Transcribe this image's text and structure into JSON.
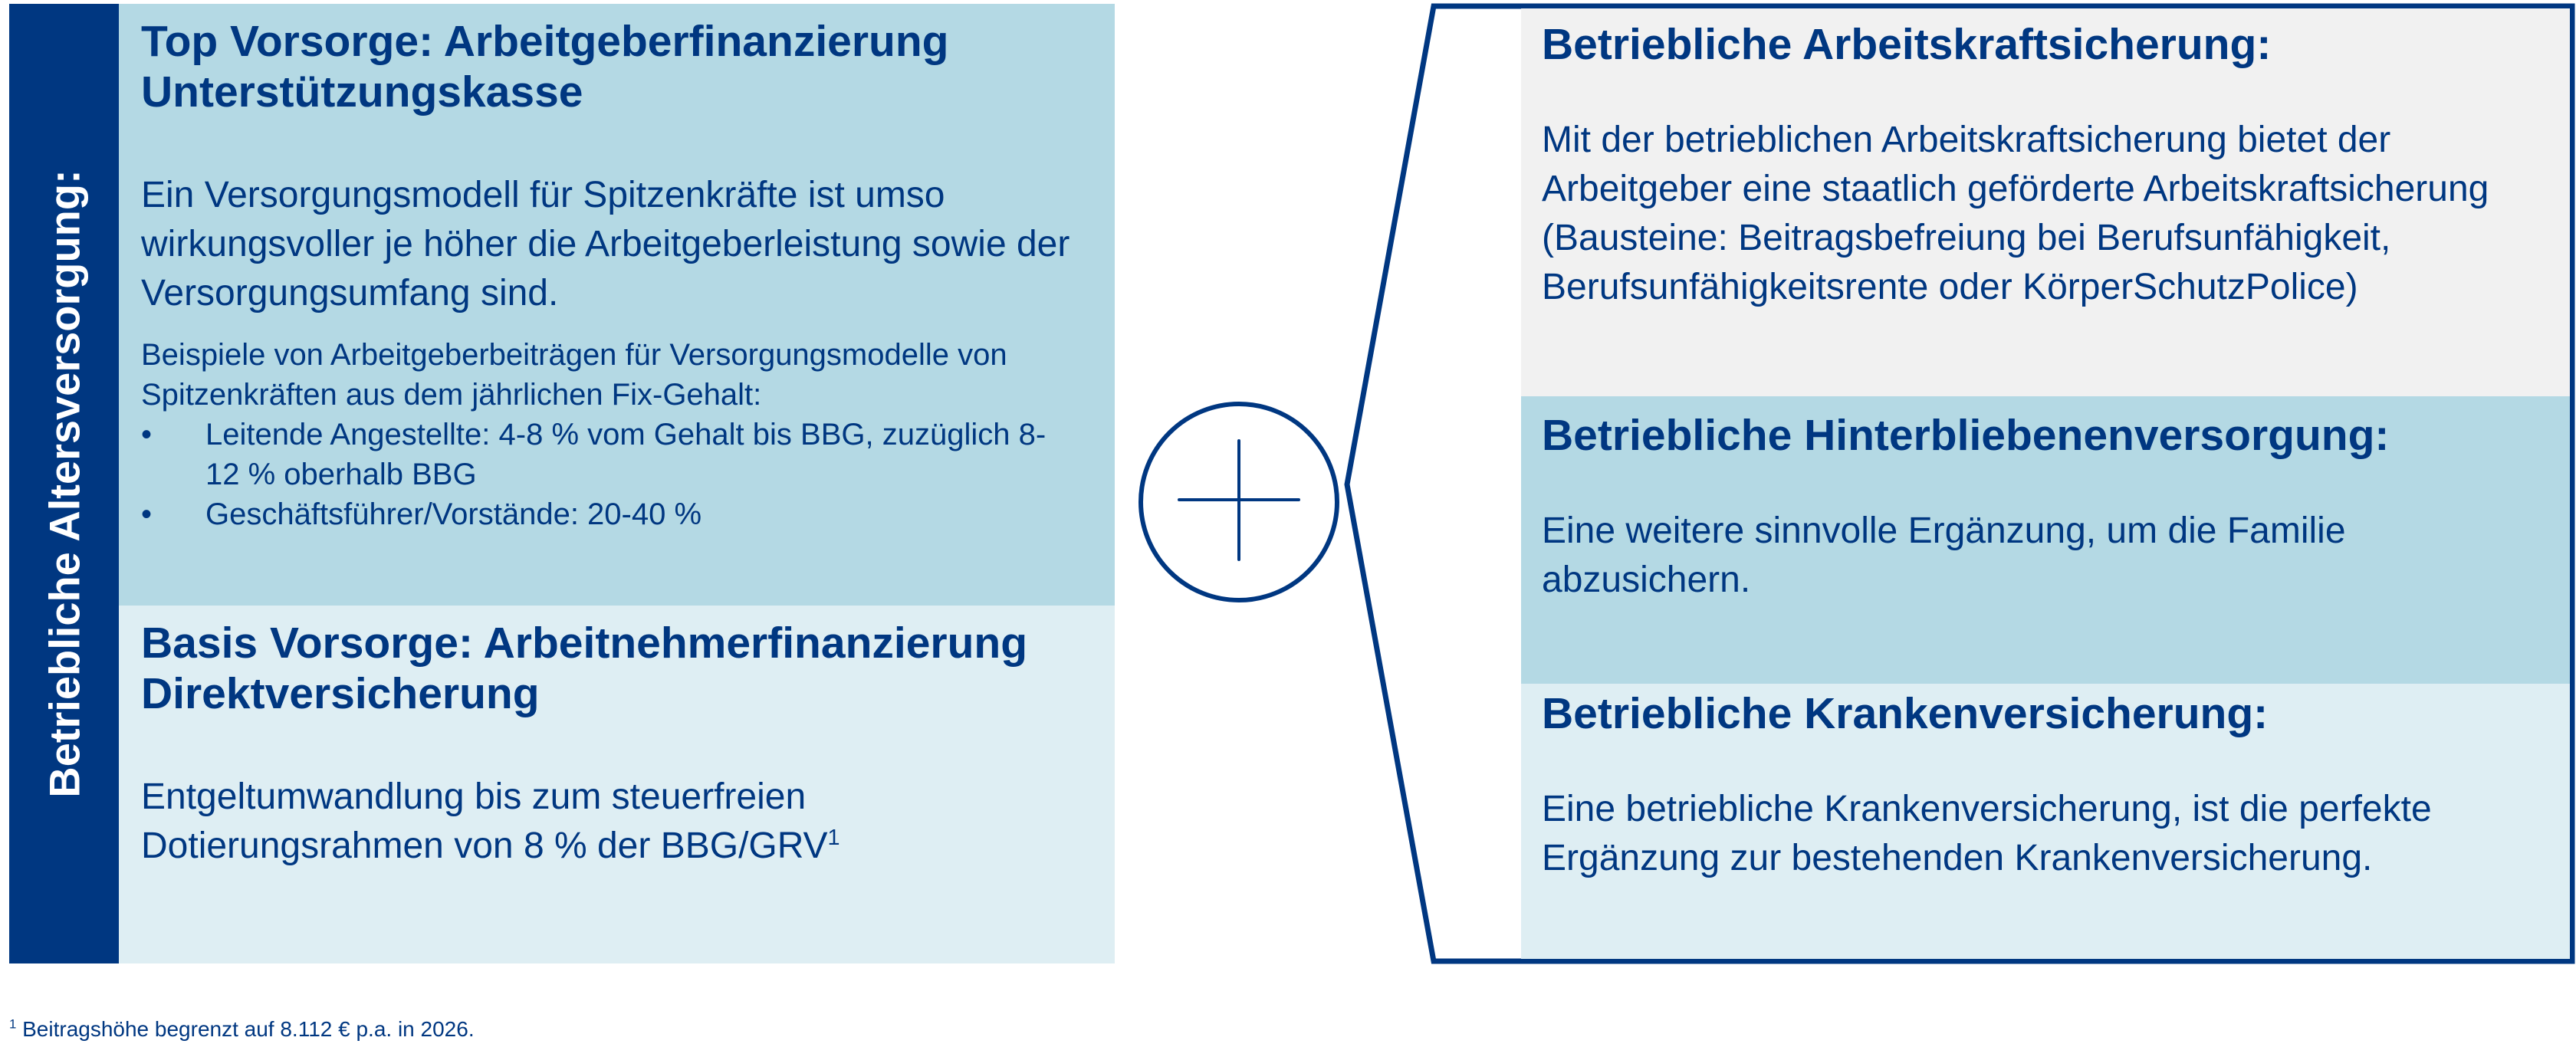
{
  "sidebar": {
    "label": "Betriebliche Altersversorgung:"
  },
  "left": {
    "top": {
      "title_line1": "Top Vorsorge: Arbeitgeberfinanzierung",
      "title_line2": "Unterstützungskasse",
      "intro": "Ein Versorgungsmodell für Spitzenkräfte ist umso wirkungsvoller je höher die Arbeitgeberleistung sowie der Versorgungsumfang sind.",
      "examples_intro": "Beispiele von Arbeitgeberbeiträgen für Versorgungsmodelle von Spitzenkräften aus dem jährlichen Fix-Gehalt:",
      "bullets": [
        "Leitende Angestellte: 4-8 % vom Gehalt bis BBG, zuzüglich 8-12 % oberhalb BBG",
        "Geschäftsführer/Vorstände: 20-40 %"
      ]
    },
    "bottom": {
      "title_line1": "Basis Vorsorge: Arbeitnehmerfinanzierung",
      "title_line2": "Direktversicherung",
      "text": "Entgeltumwandlung bis zum steuerfreien Dotierungsrahmen von 8 % der BBG/GRV",
      "footnote_marker": "1"
    }
  },
  "connector": {
    "icon": "plus-circle-icon"
  },
  "right": {
    "sections": [
      {
        "title": "Betriebliche Arbeitskraftsicherung:",
        "text_line1": "Mit der betrieblichen Arbeitskraftsicherung bietet der Arbeitgeber eine staatlich geförderte Arbeitskraftsicherung",
        "text_line2": "(Bausteine: Beitragsbefreiung bei Berufsunfähigkeit, Berufsunfähigkeitsrente oder KörperSchutzPolice)"
      },
      {
        "title": "Betriebliche Hinterbliebenenversorgung:",
        "text_line1": "Eine weitere sinnvolle Ergänzung, um die Familie abzusichern."
      },
      {
        "title": "Betriebliche Krankenversicherung:",
        "text_line1": "Eine betriebliche Krankenversicherung, ist die perfekte Ergänzung zur bestehenden Krankenversicherung."
      }
    ]
  },
  "footnote": {
    "marker": "1",
    "text": "Beitragshöhe begrenzt auf 8.112 €  p.a. in 2026."
  },
  "colors": {
    "primary": "#003781",
    "light_blue": "#b4d9e4",
    "pale_blue": "#deeef3",
    "light_grey": "#f1f1f1"
  }
}
